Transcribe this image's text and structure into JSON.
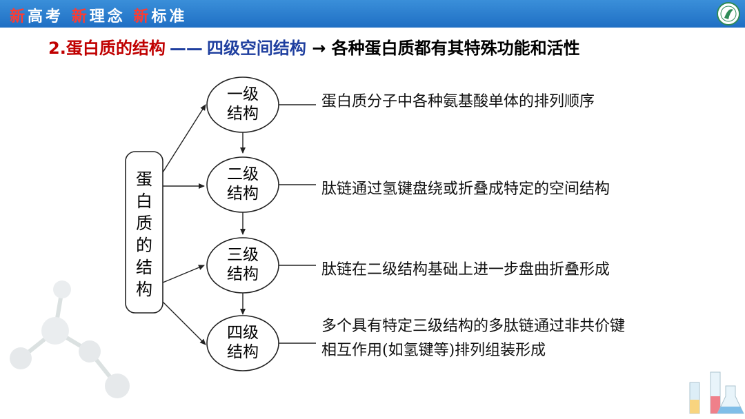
{
  "header": {
    "slogan": [
      {
        "text": "新",
        "highlight": true
      },
      {
        "text": "高考 ",
        "highlight": false
      },
      {
        "text": "新",
        "highlight": true
      },
      {
        "text": "理念 ",
        "highlight": false
      },
      {
        "text": "新",
        "highlight": true
      },
      {
        "text": "标准",
        "highlight": false
      }
    ],
    "bar_color": "#1f6fc4",
    "highlight_color": "#ff3b30"
  },
  "title": {
    "part1": "2.蛋白质的结构",
    "dash": "——",
    "part2": "四级空间结构",
    "arrow": "→",
    "part3": "各种蛋白质都有其特殊功能和活性",
    "color_part1": "#c00000",
    "color_part2": "#1f3f9f"
  },
  "diagram": {
    "root": [
      "蛋",
      "白",
      "质",
      "的",
      "结",
      "构"
    ],
    "levels": [
      {
        "line1": "一级",
        "line2": "结构",
        "description": "蛋白质分子中各种氨基酸单体的排列顺序"
      },
      {
        "line1": "二级",
        "line2": "结构",
        "description": "肽链通过氢键盘绕或折叠成特定的空间结构"
      },
      {
        "line1": "三级",
        "line2": "结构",
        "description": "肽链在二级结构基础上进一步盘曲折叠形成"
      },
      {
        "line1": "四级",
        "line2": "结构",
        "description": "多个具有特定三级结构的多肽链通过非共价键相互作用(如氢键等)排列组装形成"
      }
    ]
  }
}
